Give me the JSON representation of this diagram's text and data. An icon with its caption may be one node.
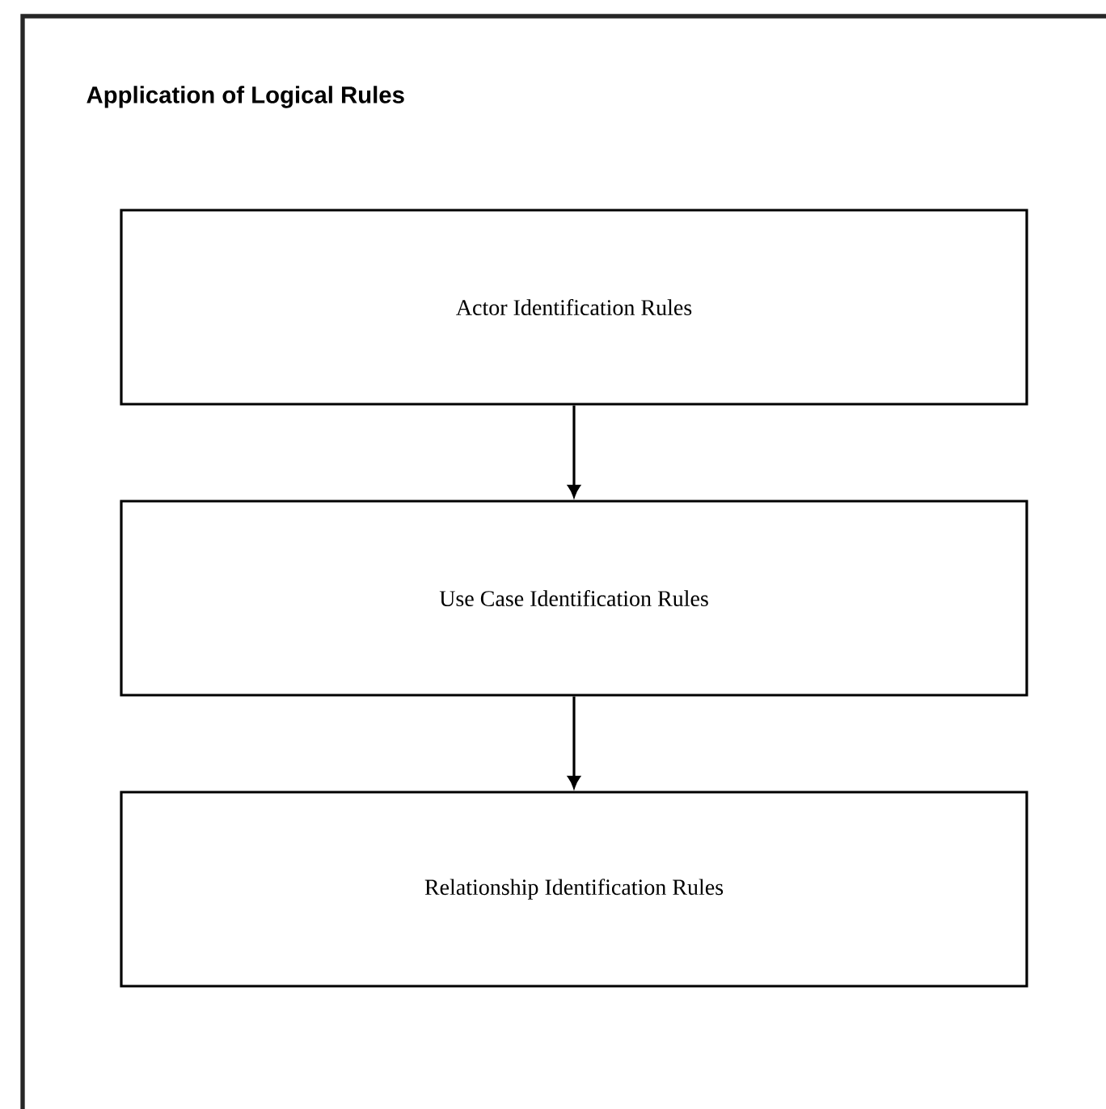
{
  "diagram": {
    "nodes": [
      {
        "text": [
          "Application of Logical Rules"
        ]
      },
      {
        "text": [
          "Actor Identification Rules"
        ],
        "in": 0
      },
      {
        "text": [
          "Use Case Identification Rules"
        ],
        "in": 0
      },
      {
        "text": [
          "Relationship Identification Rules"
        ],
        "in": 0
      }
    ],
    "edges": [
      {
        "from": 1,
        "to": 2,
        "arrow": "to"
      },
      {
        "from": 2,
        "to": 3,
        "arrow": "to"
      }
    ]
  }
}
